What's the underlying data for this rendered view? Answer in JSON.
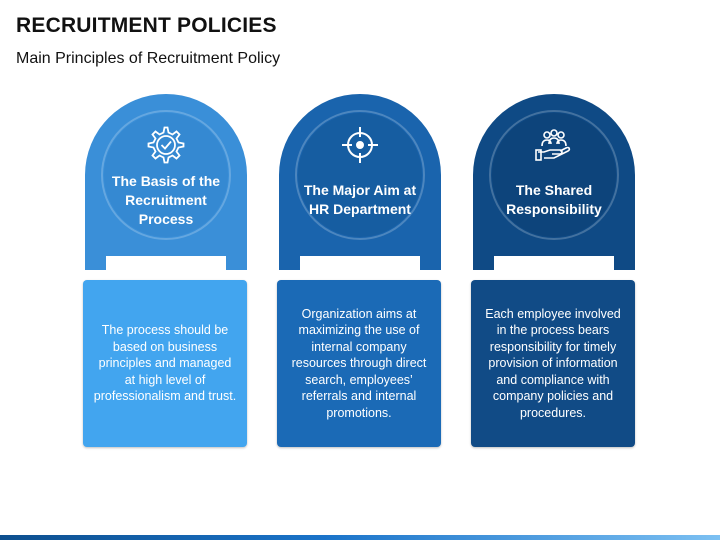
{
  "header": {
    "title": "RECRUITMENT POLICIES",
    "subtitle": "Main Principles of Recruitment Policy"
  },
  "columns": [
    {
      "heading": "The Basis of the Recruitment Process",
      "icon": "gear-check-icon",
      "arch_color": "#3a8fd8",
      "arch_dark": "#2a73b8",
      "card_color": "#42a5ef",
      "body": "The process should be based on business principles and managed at high level of professionalism and trust."
    },
    {
      "heading": "The Major Aim at HR Department",
      "icon": "target-icon",
      "arch_color": "#1a64ad",
      "arch_dark": "#124f8c",
      "card_color": "#1b6ab6",
      "body": "Organization aims at maximizing the use of internal company resources through direct search, employees’ referrals and internal promotions."
    },
    {
      "heading": "The Shared Responsibility",
      "icon": "team-hand-icon",
      "arch_color": "#0f4a85",
      "arch_dark": "#0b3a6a",
      "card_color": "#114b86",
      "body": "Each employee involved in the process bears responsibility for timely provision of information and compliance with company policies and procedures."
    }
  ]
}
